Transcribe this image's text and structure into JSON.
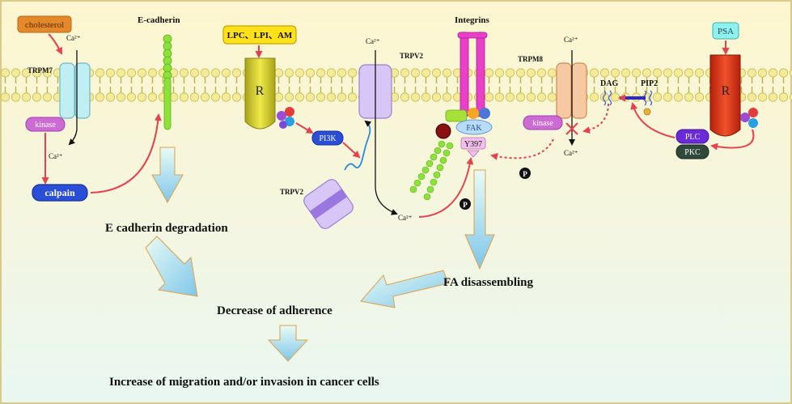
{
  "labels": {
    "cholesterol": "cholesterol",
    "ca1": "Ca²⁺",
    "trpm7": "TRPM7",
    "kinase1": "kinase",
    "ca2": "Ca²⁺",
    "calpain": "calpain",
    "ecadherin": "E-cadherin",
    "ligands": "LPC、LPI、AM",
    "r1": "R",
    "pi3k": "PI3K",
    "trpv2b": "TRPV2",
    "ca3": "Ca²⁺",
    "trpv2a": "TRPV2",
    "ca4": "Ca²⁺",
    "integrins": "Integrins",
    "fak": "FAK",
    "y397": "Y397",
    "p1": "P",
    "p2": "P",
    "ca5": "Ca²⁺",
    "trpm8": "TRPM8",
    "kinase2": "kinase",
    "ca6": "Ca²⁺",
    "dag": "DAG",
    "pip2": "PIP2",
    "psa": "PSA",
    "r2": "R",
    "plc": "PLC",
    "pkc": "PKC"
  },
  "outcomes": {
    "ecad_deg": "E cadherin degradation",
    "fa_dis": "FA disassembling",
    "decrease": "Decrease of adherence",
    "increase": "Increase of migration and/or invasion in cancer cells"
  }
}
